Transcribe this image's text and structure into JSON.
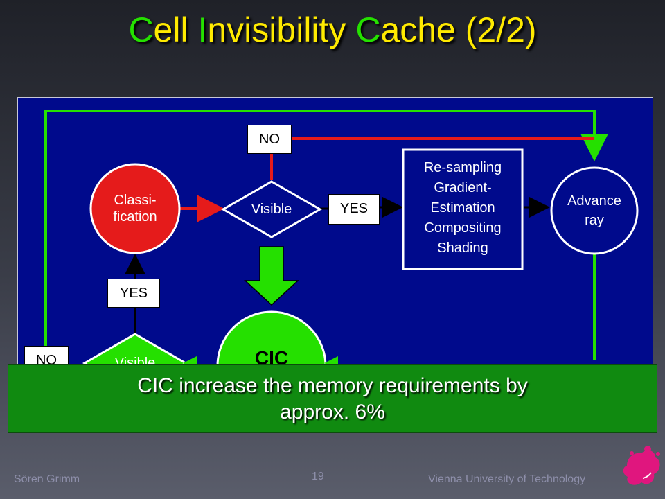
{
  "title": {
    "c1": "C",
    "t1": "ell ",
    "c2": "I",
    "t2": "nvisibility ",
    "c3": "C",
    "t3": "ache (2/2)"
  },
  "diagram": {
    "classification_label_line1": "Classi-",
    "classification_label_line2": "fication",
    "visible_diamond_label": "Visible",
    "process_box_lines": [
      "Re-sampling",
      "Gradient-",
      "Estimation",
      "Compositing",
      "Shading"
    ],
    "advance_ray_line1": "Advance",
    "advance_ray_line2": "ray",
    "tag_no_top": "NO",
    "tag_yes_right": "YES",
    "tag_yes_left": "YES",
    "tag_no_left": "NO",
    "visible_diamond_lower_label": "Visible",
    "cic_label": "CIC"
  },
  "note": {
    "line1": "CIC increase the memory requirements by",
    "line2": "approx. 6%"
  },
  "footer": {
    "author": "Sören Grimm",
    "page_number": "19",
    "institution": "Vienna University of Technology"
  },
  "colors": {
    "panel_bg": "#000a8c",
    "green": "#25e000",
    "red": "#e51b1b",
    "title_yellow": "#ffea00",
    "note_green": "#108a10"
  },
  "icons": [
    "magenta-splash-logo"
  ]
}
